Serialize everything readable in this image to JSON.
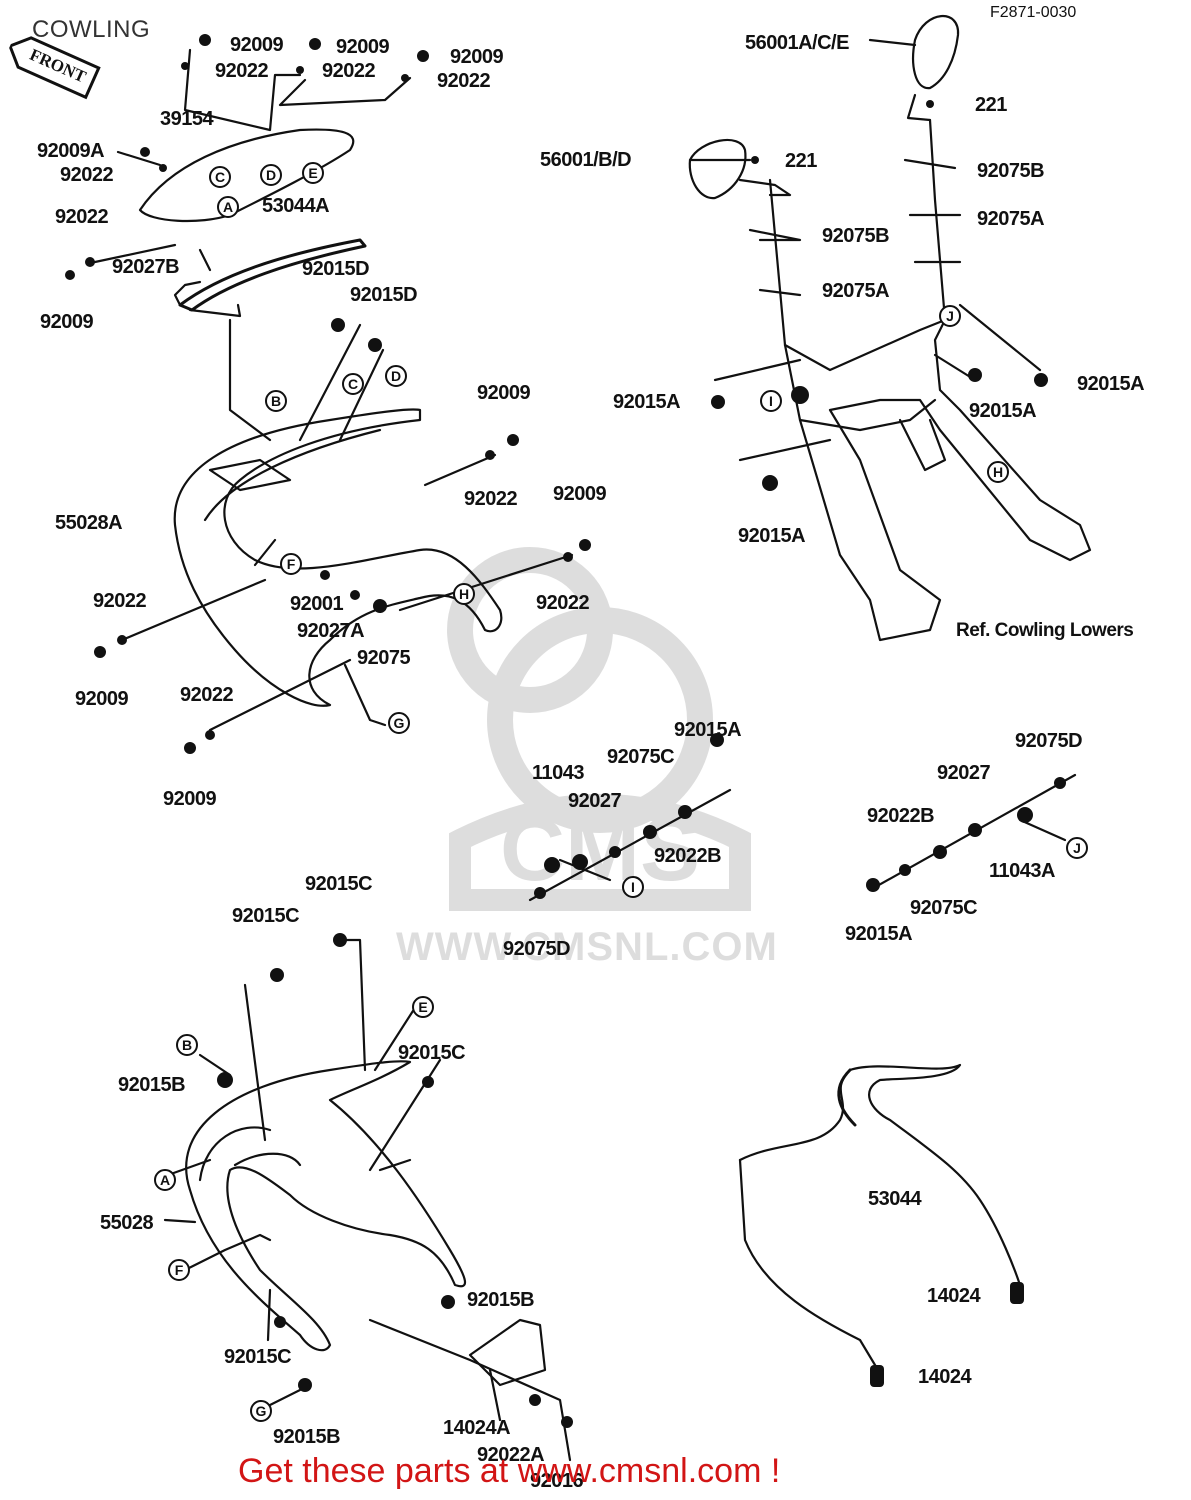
{
  "header": {
    "title": "COWLING",
    "diagram_code": "F2871-0030",
    "front_tag": "FRONT"
  },
  "watermark": {
    "text": "WWW.CMSNL.COM",
    "logo": "CMS"
  },
  "promo": {
    "text": "Get these parts at www.cmsnl.com !"
  },
  "ref_note": "Ref. Cowling Lowers",
  "parts": [
    {
      "id": "p01",
      "text": "92009"
    },
    {
      "id": "p02",
      "text": "92022"
    },
    {
      "id": "p03",
      "text": "92009"
    },
    {
      "id": "p04",
      "text": "92022"
    },
    {
      "id": "p05",
      "text": "92009"
    },
    {
      "id": "p06",
      "text": "92022"
    },
    {
      "id": "p07",
      "text": "39154"
    },
    {
      "id": "p08",
      "text": "92009A"
    },
    {
      "id": "p09",
      "text": "92022"
    },
    {
      "id": "p10",
      "text": "53044A"
    },
    {
      "id": "p11",
      "text": "92022"
    },
    {
      "id": "p12",
      "text": "92027B"
    },
    {
      "id": "p13",
      "text": "92009"
    },
    {
      "id": "p14",
      "text": "92015D"
    },
    {
      "id": "p15",
      "text": "92015D"
    },
    {
      "id": "p16",
      "text": "92009"
    },
    {
      "id": "p17",
      "text": "92022"
    },
    {
      "id": "p18",
      "text": "55028A"
    },
    {
      "id": "p19",
      "text": "92009"
    },
    {
      "id": "p20",
      "text": "92022"
    },
    {
      "id": "p21",
      "text": "92022"
    },
    {
      "id": "p22",
      "text": "92001"
    },
    {
      "id": "p23",
      "text": "92027A"
    },
    {
      "id": "p24",
      "text": "92075"
    },
    {
      "id": "p25",
      "text": "92009"
    },
    {
      "id": "p26",
      "text": "92022"
    },
    {
      "id": "p27",
      "text": "92009"
    },
    {
      "id": "p28",
      "text": "56001A/C/E"
    },
    {
      "id": "p29",
      "text": "221"
    },
    {
      "id": "p30",
      "text": "56001/B/D"
    },
    {
      "id": "p31",
      "text": "221"
    },
    {
      "id": "p32",
      "text": "92075B"
    },
    {
      "id": "p33",
      "text": "92075A"
    },
    {
      "id": "p34",
      "text": "92075B"
    },
    {
      "id": "p35",
      "text": "92075A"
    },
    {
      "id": "p36",
      "text": "92015A"
    },
    {
      "id": "p37",
      "text": "92015A"
    },
    {
      "id": "p38",
      "text": "92015A"
    },
    {
      "id": "p39",
      "text": "92015A"
    },
    {
      "id": "p40",
      "text": "92015A"
    },
    {
      "id": "p41",
      "text": "92075C"
    },
    {
      "id": "p42",
      "text": "11043"
    },
    {
      "id": "p43",
      "text": "92027"
    },
    {
      "id": "p44",
      "text": "92022B"
    },
    {
      "id": "p45",
      "text": "92075D"
    },
    {
      "id": "p46",
      "text": "92075D"
    },
    {
      "id": "p47",
      "text": "92027"
    },
    {
      "id": "p48",
      "text": "92022B"
    },
    {
      "id": "p49",
      "text": "11043A"
    },
    {
      "id": "p50",
      "text": "92075C"
    },
    {
      "id": "p51",
      "text": "92015A"
    },
    {
      "id": "p52",
      "text": "92015C"
    },
    {
      "id": "p53",
      "text": "92015C"
    },
    {
      "id": "p54",
      "text": "92015C"
    },
    {
      "id": "p55",
      "text": "92015B"
    },
    {
      "id": "p56",
      "text": "55028"
    },
    {
      "id": "p57",
      "text": "92015B"
    },
    {
      "id": "p58",
      "text": "92015C"
    },
    {
      "id": "p59",
      "text": "92015B"
    },
    {
      "id": "p60",
      "text": "14024A"
    },
    {
      "id": "p61",
      "text": "92022A"
    },
    {
      "id": "p62",
      "text": "92016"
    },
    {
      "id": "p63",
      "text": "53044"
    },
    {
      "id": "p64",
      "text": "14024"
    },
    {
      "id": "p65",
      "text": "14024"
    }
  ],
  "refs": [
    {
      "id": "r01",
      "text": "C"
    },
    {
      "id": "r02",
      "text": "D"
    },
    {
      "id": "r03",
      "text": "E"
    },
    {
      "id": "r04",
      "text": "A"
    },
    {
      "id": "r05",
      "text": "B"
    },
    {
      "id": "r06",
      "text": "C"
    },
    {
      "id": "r07",
      "text": "D"
    },
    {
      "id": "r08",
      "text": "F"
    },
    {
      "id": "r09",
      "text": "H"
    },
    {
      "id": "r10",
      "text": "G"
    },
    {
      "id": "r11",
      "text": "J"
    },
    {
      "id": "r12",
      "text": "I"
    },
    {
      "id": "r13",
      "text": "H"
    },
    {
      "id": "r14",
      "text": "I"
    },
    {
      "id": "r15",
      "text": "J"
    },
    {
      "id": "r16",
      "text": "B"
    },
    {
      "id": "r17",
      "text": "E"
    },
    {
      "id": "r18",
      "text": "A"
    },
    {
      "id": "r19",
      "text": "F"
    },
    {
      "id": "r20",
      "text": "G"
    }
  ]
}
